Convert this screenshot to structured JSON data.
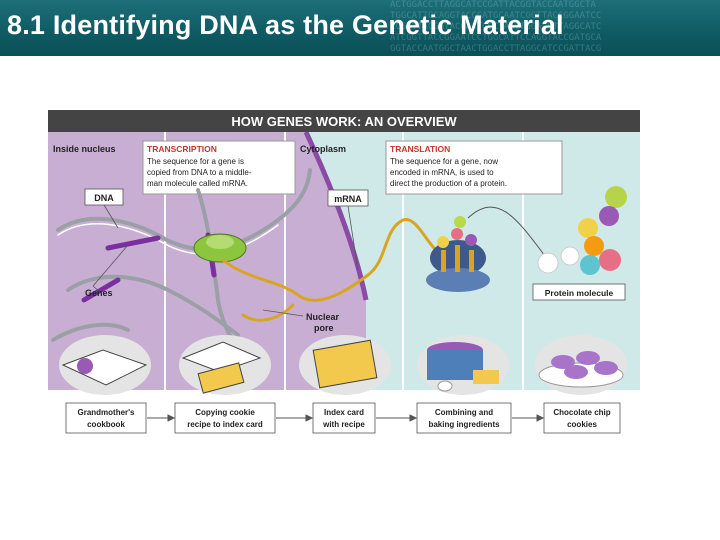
{
  "slide": {
    "title": "8.1 Identifying DNA as the Genetic Material"
  },
  "figure": {
    "header": "HOW GENES WORK: AN OVERVIEW",
    "region_labels": {
      "nucleus": "Inside nucleus",
      "cytoplasm": "Cytoplasm"
    },
    "transcription": {
      "heading": "TRANSCRIPTION",
      "lines": [
        "The sequence for a gene is",
        "copied from DNA to a middle-",
        "man molecule called mRNA."
      ]
    },
    "translation": {
      "heading": "TRANSLATION",
      "lines": [
        "The sequence for a gene, now",
        "encoded in mRNA, is used to",
        "direct the production of a protein."
      ]
    },
    "labels": {
      "dna": "DNA",
      "genes": "Genes",
      "mrna": "mRNA",
      "nuclear_pore_line1": "Nuclear",
      "nuclear_pore_line2": "pore",
      "protein": "Protein molecule"
    },
    "analogy_steps": [
      {
        "line1": "Grandmother's",
        "line2": "cookbook"
      },
      {
        "line1": "Copying cookie",
        "line2": "recipe to index card"
      },
      {
        "line1": "Index card",
        "line2": "with recipe"
      },
      {
        "line1": "Combining and",
        "line2": "baking ingredients"
      },
      {
        "line1": "Chocolate chip",
        "line2": "cookies"
      }
    ],
    "colors": {
      "header_bg": "#444444",
      "nucleus_bg": "#c9aed4",
      "cytoplasm_bg": "#cfe9e8",
      "heading_red": "#c0392b",
      "dna_strand": "#9aa0a6",
      "gene_purple": "#7b2f9e",
      "mrna_yellow": "#d9a521"
    }
  }
}
